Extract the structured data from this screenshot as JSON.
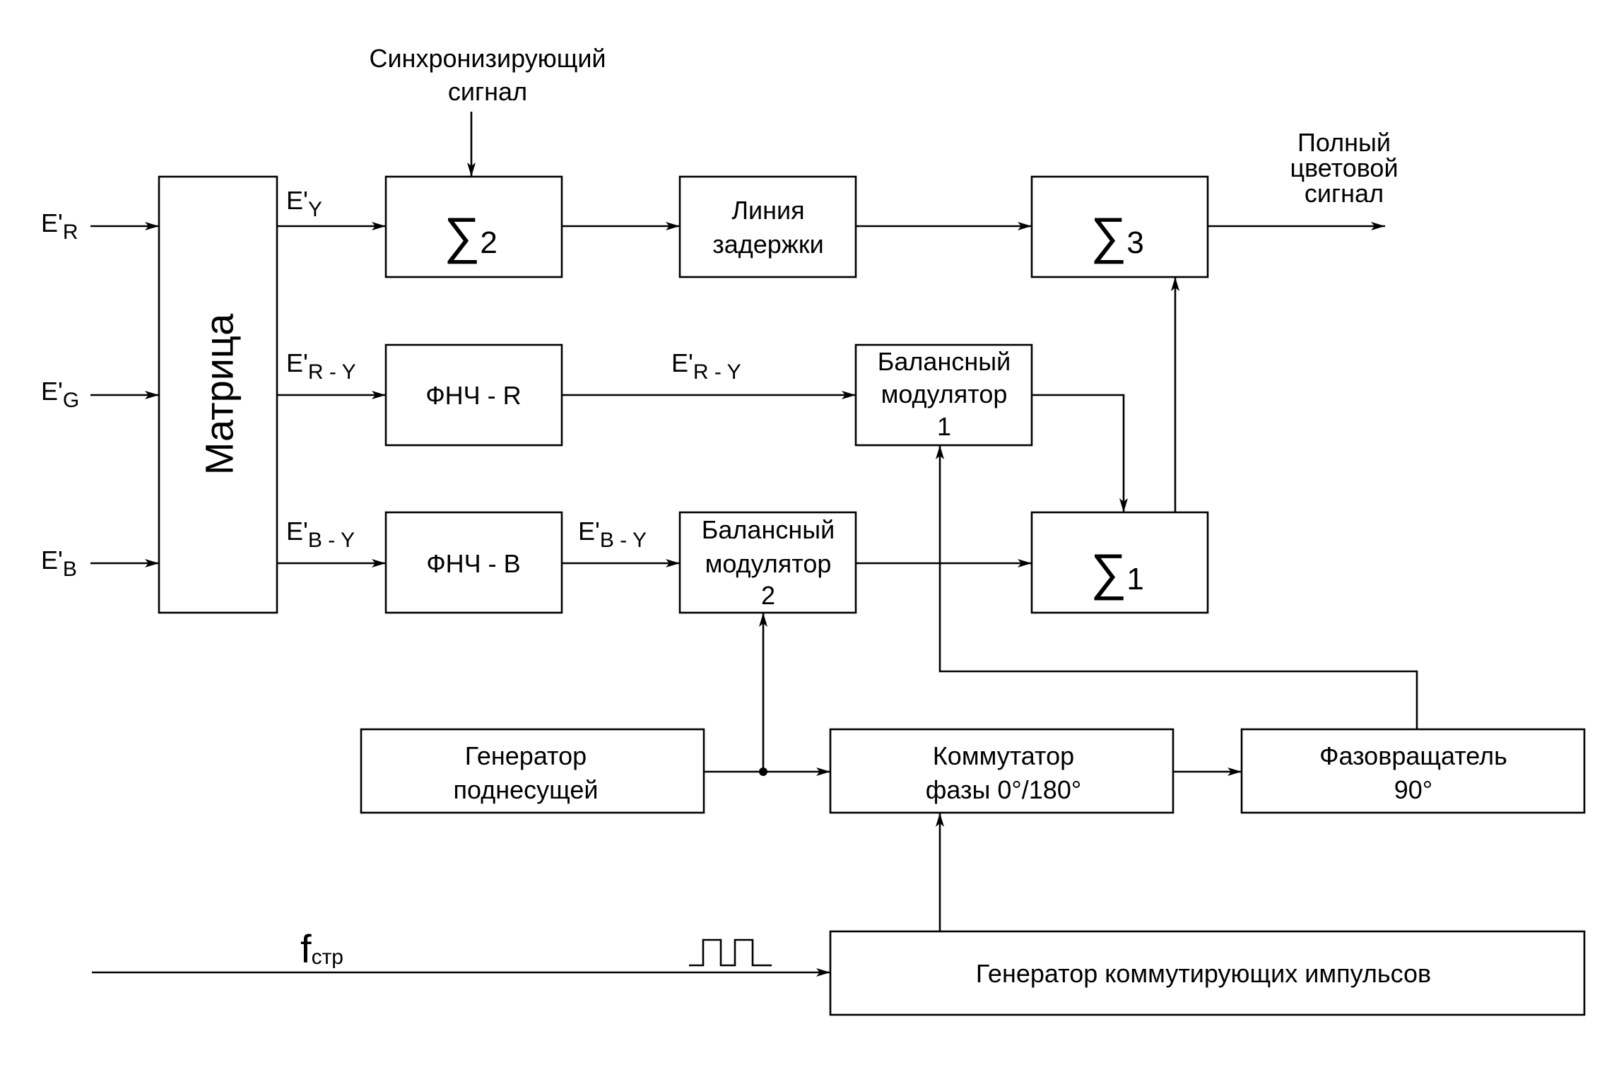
{
  "colors": {
    "line": "#000000",
    "background": "#ffffff"
  },
  "inputs": {
    "er": {
      "base": "E'",
      "sub": "R"
    },
    "eg": {
      "base": "E'",
      "sub": "G"
    },
    "eb": {
      "base": "E'",
      "sub": "B"
    }
  },
  "matrix": {
    "label": "Матрица"
  },
  "signals": {
    "ey": {
      "base": "E'",
      "sub": "Y"
    },
    "ery_a": {
      "base": "E'",
      "sub": "R - Y"
    },
    "ery_b": {
      "base": "E'",
      "sub": "R - Y"
    },
    "eby_a": {
      "base": "E'",
      "sub": "B - Y"
    },
    "eby_b": {
      "base": "E'",
      "sub": "B - Y"
    }
  },
  "sync": {
    "line1": "Синхронизирующий",
    "line2": "сигнал"
  },
  "output": {
    "line1": "Полный",
    "line2": "цветовой",
    "line3": "сигнал"
  },
  "blocks": {
    "sum2": {
      "symbol": "∑",
      "index": "2"
    },
    "sum3": {
      "symbol": "∑",
      "index": "3"
    },
    "sum1": {
      "symbol": "∑",
      "index": "1"
    },
    "delay": {
      "line1": "Линия",
      "line2": "задержки"
    },
    "lpf_r": {
      "label": "ФНЧ - R"
    },
    "lpf_b": {
      "label": "ФНЧ - B"
    },
    "mod1": {
      "line1": "Балансный",
      "line2": "модулятор",
      "line3": "1"
    },
    "mod2": {
      "line1": "Балансный",
      "line2": "модулятор",
      "line3": "2"
    },
    "subcarrier": {
      "line1": "Генератор",
      "line2": "поднесущей"
    },
    "switch": {
      "line1": "Коммутатор",
      "line2": "фазы 0°/180°"
    },
    "shifter": {
      "line1": "Фазовращатель",
      "line2": "90°"
    },
    "pulse_gen": {
      "label": "Генератор коммутирующих импульсов"
    }
  },
  "fstr": {
    "base": "f",
    "sub": "стр"
  }
}
